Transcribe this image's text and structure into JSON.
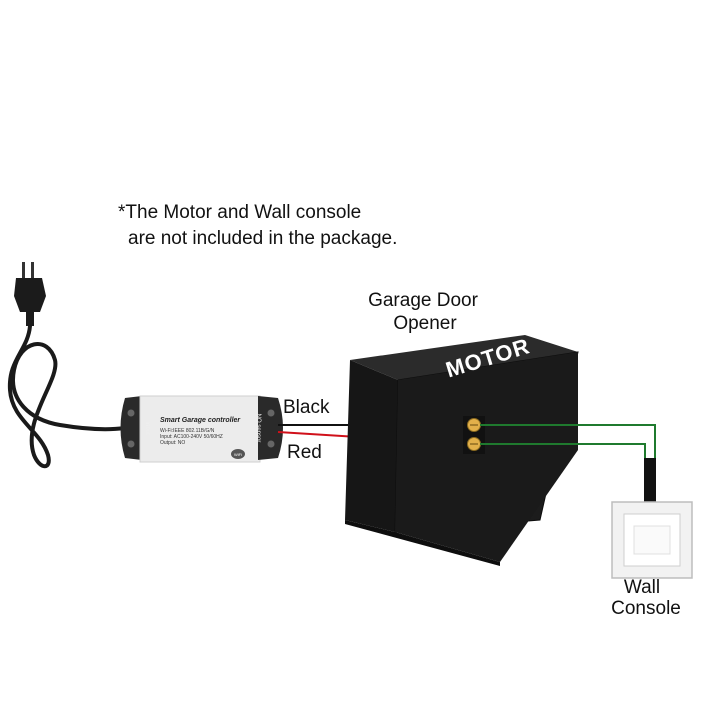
{
  "note": {
    "line1": "*The Motor and Wall console",
    "line2": "are not included in the package."
  },
  "opener": {
    "title_line1": "Garage Door",
    "title_line2": "Opener",
    "motor_text": "MOTOR"
  },
  "wires": {
    "black_label": "Black",
    "red_label": "Red",
    "black_color": "#111111",
    "red_color": "#d0101a",
    "green_color": "#1f7a2e"
  },
  "controller": {
    "title": "Smart Garage controller",
    "spec1": "Wi-Fi:IEEE 802.11B/G/N",
    "spec2": "Input: AC100-240V 50/60HZ",
    "spec3": "Output: NO",
    "input_label": "Input",
    "output_label": "NO sensor",
    "badge": "WiFi"
  },
  "wall_console": {
    "label_line1": "Wall",
    "label_line2": "Console"
  },
  "colors": {
    "motor_box": "#1a1a1a",
    "controller_body": "#ececec",
    "controller_ends": "#2a2a2a"
  }
}
